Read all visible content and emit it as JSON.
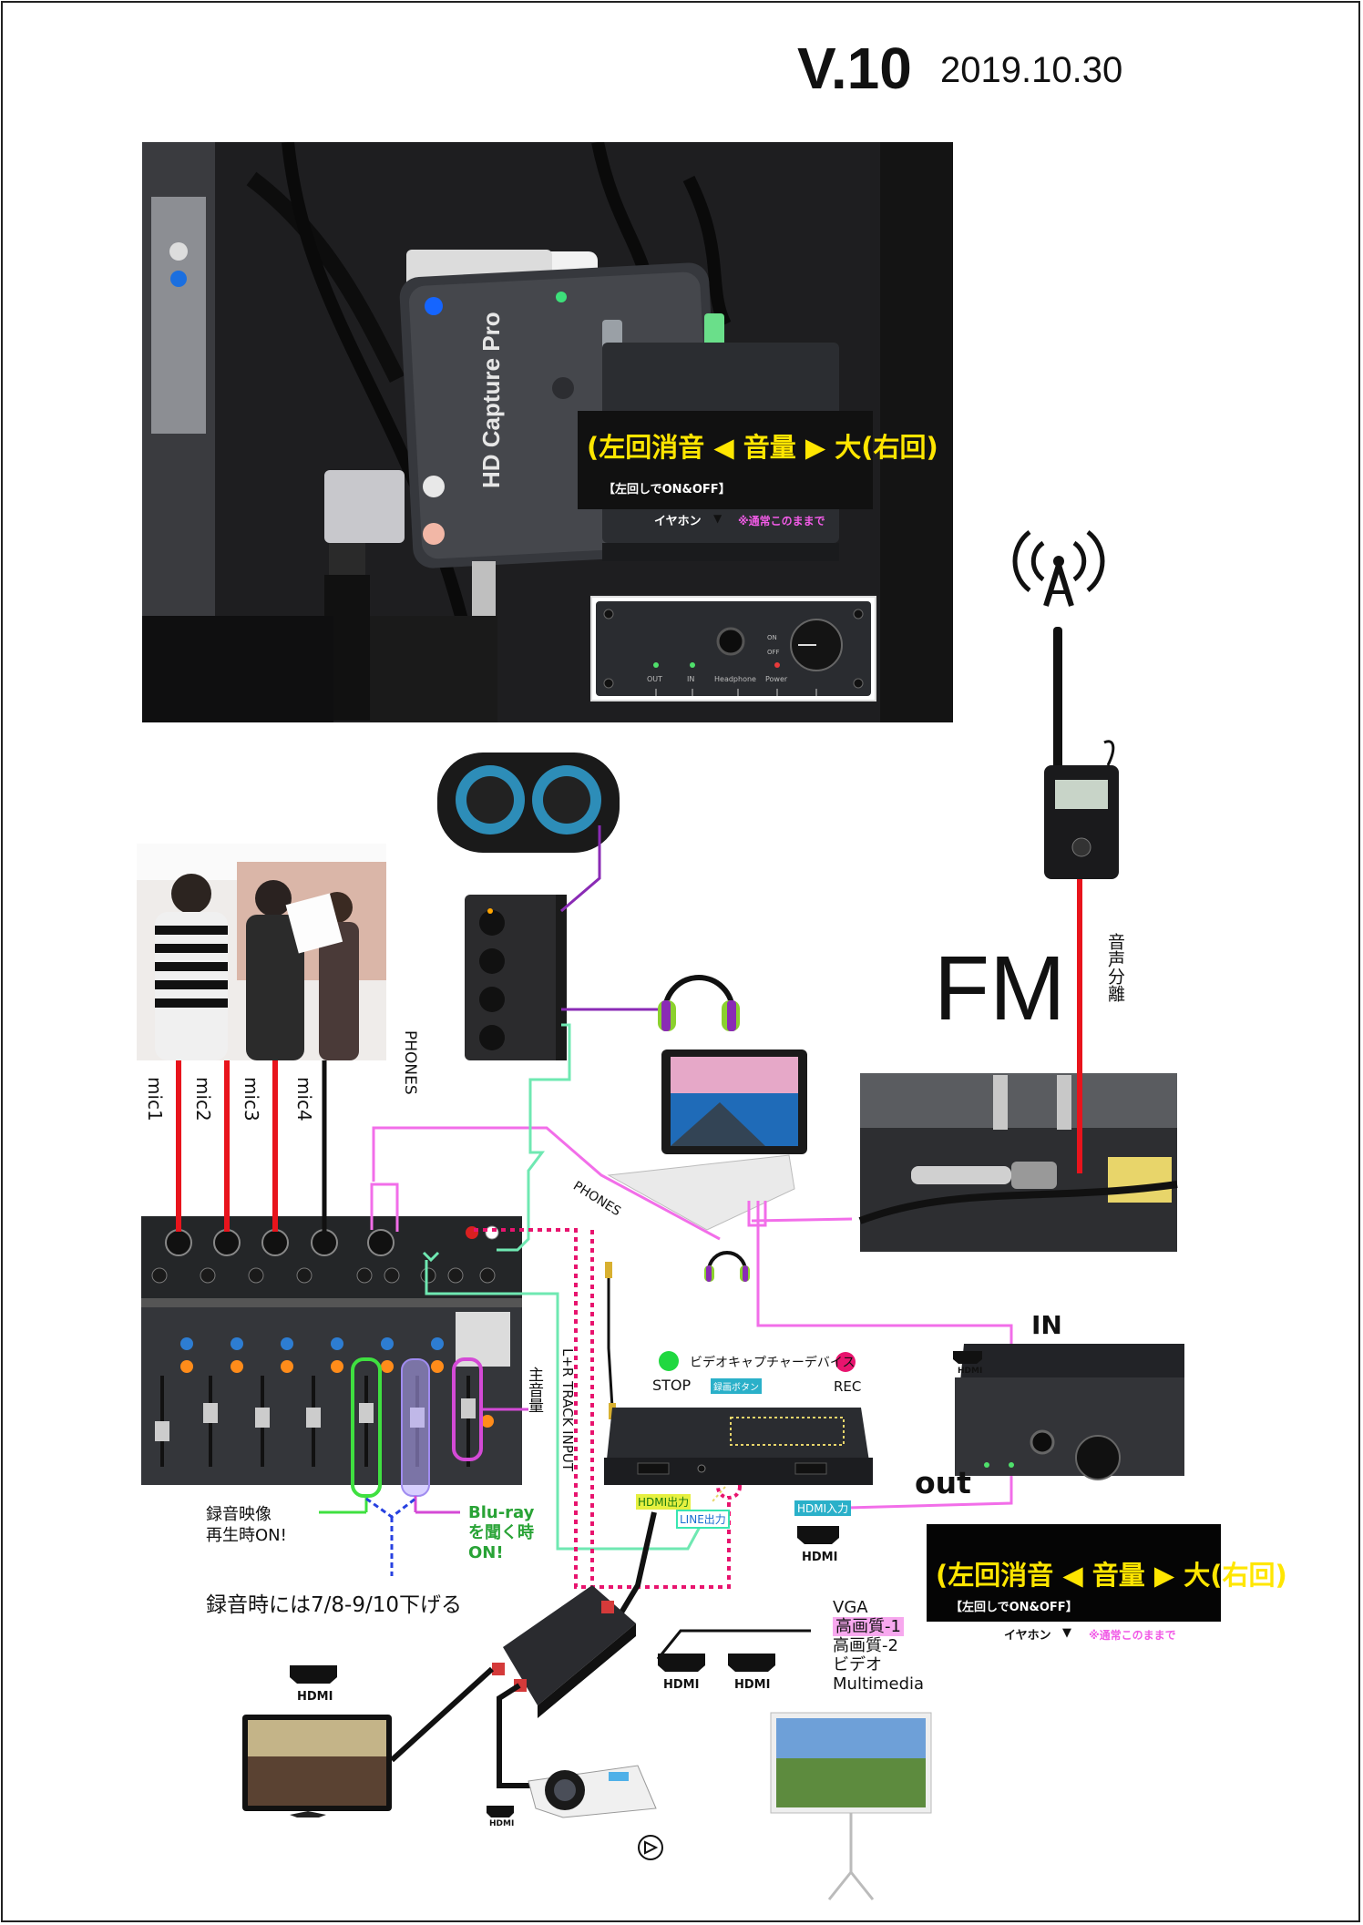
{
  "header": {
    "version": "V.10",
    "date": "2019.10.30"
  },
  "capture_device_label": "HD Capture Pro",
  "volume_note": {
    "main": "(左回消音 ◀ 音量 ▶ 大(右回)",
    "sub": "【左回しでON&OFF】",
    "earphone": "イヤホン",
    "keep": "※通常このままで"
  },
  "headphone_panel": {
    "labels": [
      "OUT",
      "IN",
      "Headphone",
      "Power"
    ],
    "switch": [
      "ON",
      "OFF"
    ]
  },
  "fm_label": "FM",
  "audio_split_label": "音声分離",
  "phones_labels": [
    "PHONES",
    "PHONES"
  ],
  "mic_labels": [
    "mic1",
    "mic2",
    "mic3",
    "mic4"
  ],
  "lr_track_label": "L+R TRACK INPUT",
  "master_label": "主音量",
  "capture_legend": {
    "title": "ビデオキャプチャーデバイス",
    "stop": "STOP",
    "rec": "REC",
    "button": "録画ボタン"
  },
  "capture_ports": {
    "hdmi_out": "HDMI出力",
    "line_out": "LINE出力"
  },
  "notes": {
    "rec_video": "録音映像\n再生時ON!",
    "bluray": "Blu-ray\nを聞く時\nON!",
    "recording": "録音時には7/8-9/10下げる"
  },
  "in_label": "IN",
  "out_label": "out",
  "hdmi_input_label": "HDMI入力",
  "hdmi_label": "HDMI",
  "quality_list": [
    "VGA",
    "高画質-1",
    "高画質-2",
    "ビデオ",
    "Multimedia"
  ],
  "colors": {
    "red_cable": "#e8141c",
    "pink_cable": "#f26ee9",
    "green_cable": "#6fe8b2",
    "purple_cable": "#8a2bb5",
    "dotted_pink": "#e8146e",
    "yellow_text": "#ffe600"
  }
}
